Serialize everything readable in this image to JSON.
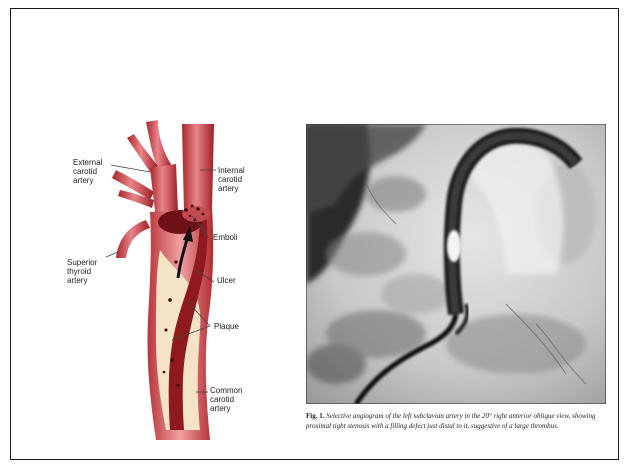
{
  "diagram": {
    "labels": {
      "external_carotid": "External\ncarotid\nartery",
      "internal_carotid": "Internal\ncarotid\nartery",
      "emboli": "Emboli",
      "superior_thyroid": "Superior\nthyroid\nartery",
      "ulcer": "Ulcer",
      "plaque": "Plaque",
      "common_carotid": "Common\ncarotid\nartery"
    }
  },
  "angiogram": {
    "caption_label": "Fig. 1.",
    "caption_text": "Selective angiogram of the left subclavian artery in the 20° right anterior oblique view, showing proximal tight stenosis with a filling defect just distal to it, suggestive of a large thrombus."
  }
}
